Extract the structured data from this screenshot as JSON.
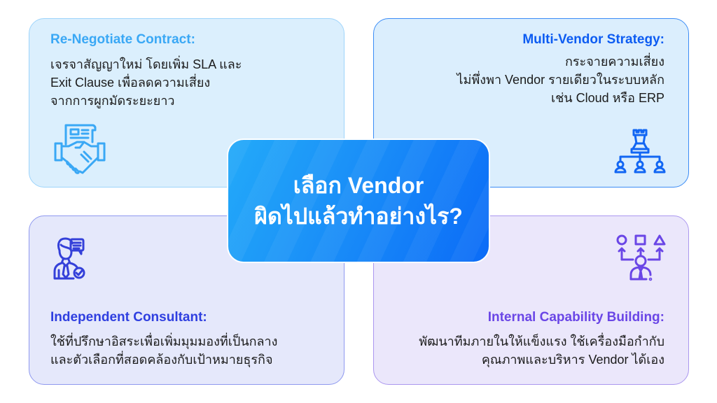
{
  "center": {
    "line1": "เลือก Vendor",
    "line2": "ผิดไปแล้วทำอย่างไร?"
  },
  "cards": [
    {
      "title": "Re-Negotiate Contract:",
      "lines": [
        "เจรจาสัญญาใหม่ โดยเพิ่ม SLA และ",
        "Exit Clause เพื่อลดความเสี่ยง",
        "จากการผูกมัดระยะยาว"
      ],
      "icon": "handshake-contract-icon",
      "title_color": "#3aa8f5",
      "icon_color": "#3aa8f5"
    },
    {
      "title": "Multi-Vendor Strategy:",
      "lines": [
        "กระจายความเสี่ยง",
        "ไม่พึ่งพา Vendor รายเดียวในระบบหลัก",
        "เช่น Cloud หรือ ERP"
      ],
      "icon": "chess-rook-hierarchy-icon",
      "title_color": "#0d5cf2",
      "icon_color": "#1266f3"
    },
    {
      "title": "Independent Consultant:",
      "lines": [
        "ใช้ที่ปรึกษาอิสระเพื่อเพิ่มมุมมองที่เป็นกลาง",
        "และตัวเลือกที่สอดคล้องกับเป้าหมายธุรกิจ"
      ],
      "icon": "consultant-icon",
      "title_color": "#2f3fe0",
      "icon_color": "#3440d9"
    },
    {
      "title": "Internal Capability Building:",
      "lines": [
        "พัฒนาทีมภายในให้แข็งแรง ใช้เครื่องมือกำกับ",
        "คุณภาพและบริหาร Vendor ได้เอง"
      ],
      "icon": "team-capability-icon",
      "title_color": "#6a46e6",
      "icon_color": "#6a46e6"
    }
  ]
}
